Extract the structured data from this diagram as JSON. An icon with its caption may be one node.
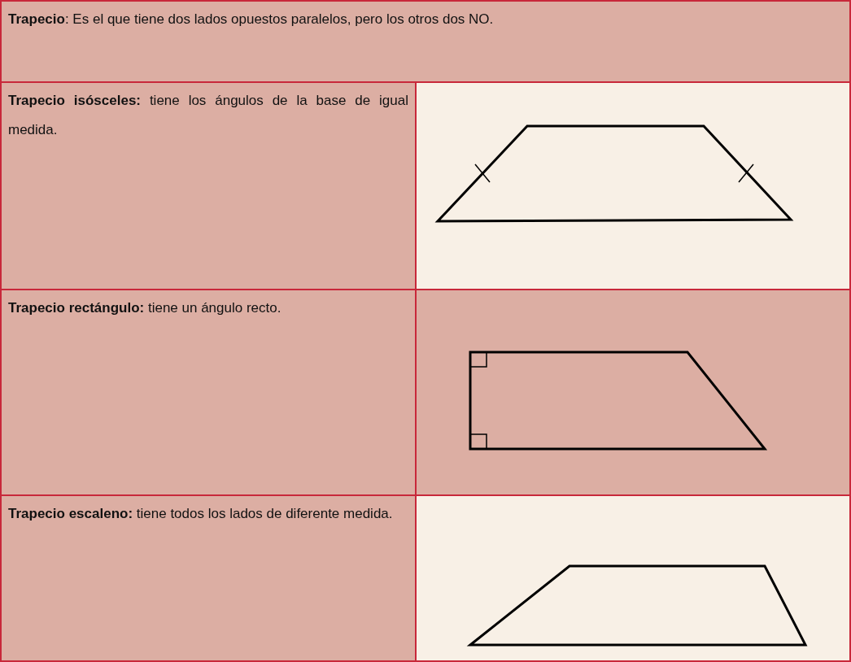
{
  "diagram": {
    "labels": [
      "**Trapecio**: Es el que tiene dos lados opuestos paralelos, pero los otros dos NO.",
      "**Trapecio isósceles:** tiene los ángulos de la base de igual medida.",
      "**Trapecio rectángulo:** tiene un ángulo recto.",
      "**Trapecio escaleno:** tiene todos los lados de diferente medida."
    ]
  }
}
